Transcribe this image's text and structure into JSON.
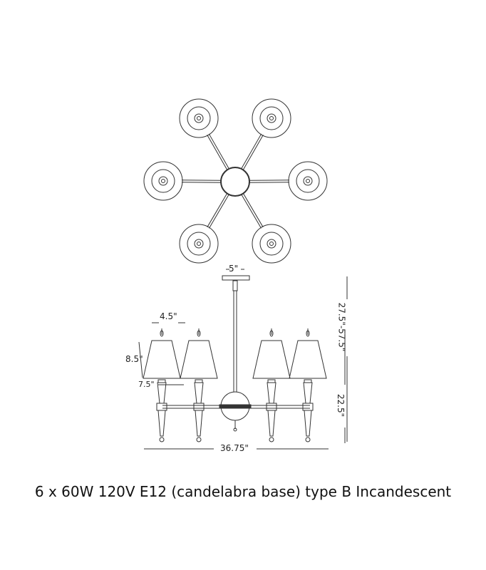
{
  "dimensions": {
    "canopy_width": "5\"",
    "shade_top_width": "4.5\"",
    "shade_height": "8.5\"",
    "shade_bottom_width": "7.5\"",
    "overall_width": "36.75\"",
    "body_height": "22.5\"",
    "overall_height_range": "27.5\"-57.5\""
  },
  "caption": "6 x 60W 120V E12 (candelabra base) type B Incandescent",
  "colors": {
    "line": "#333333"
  }
}
